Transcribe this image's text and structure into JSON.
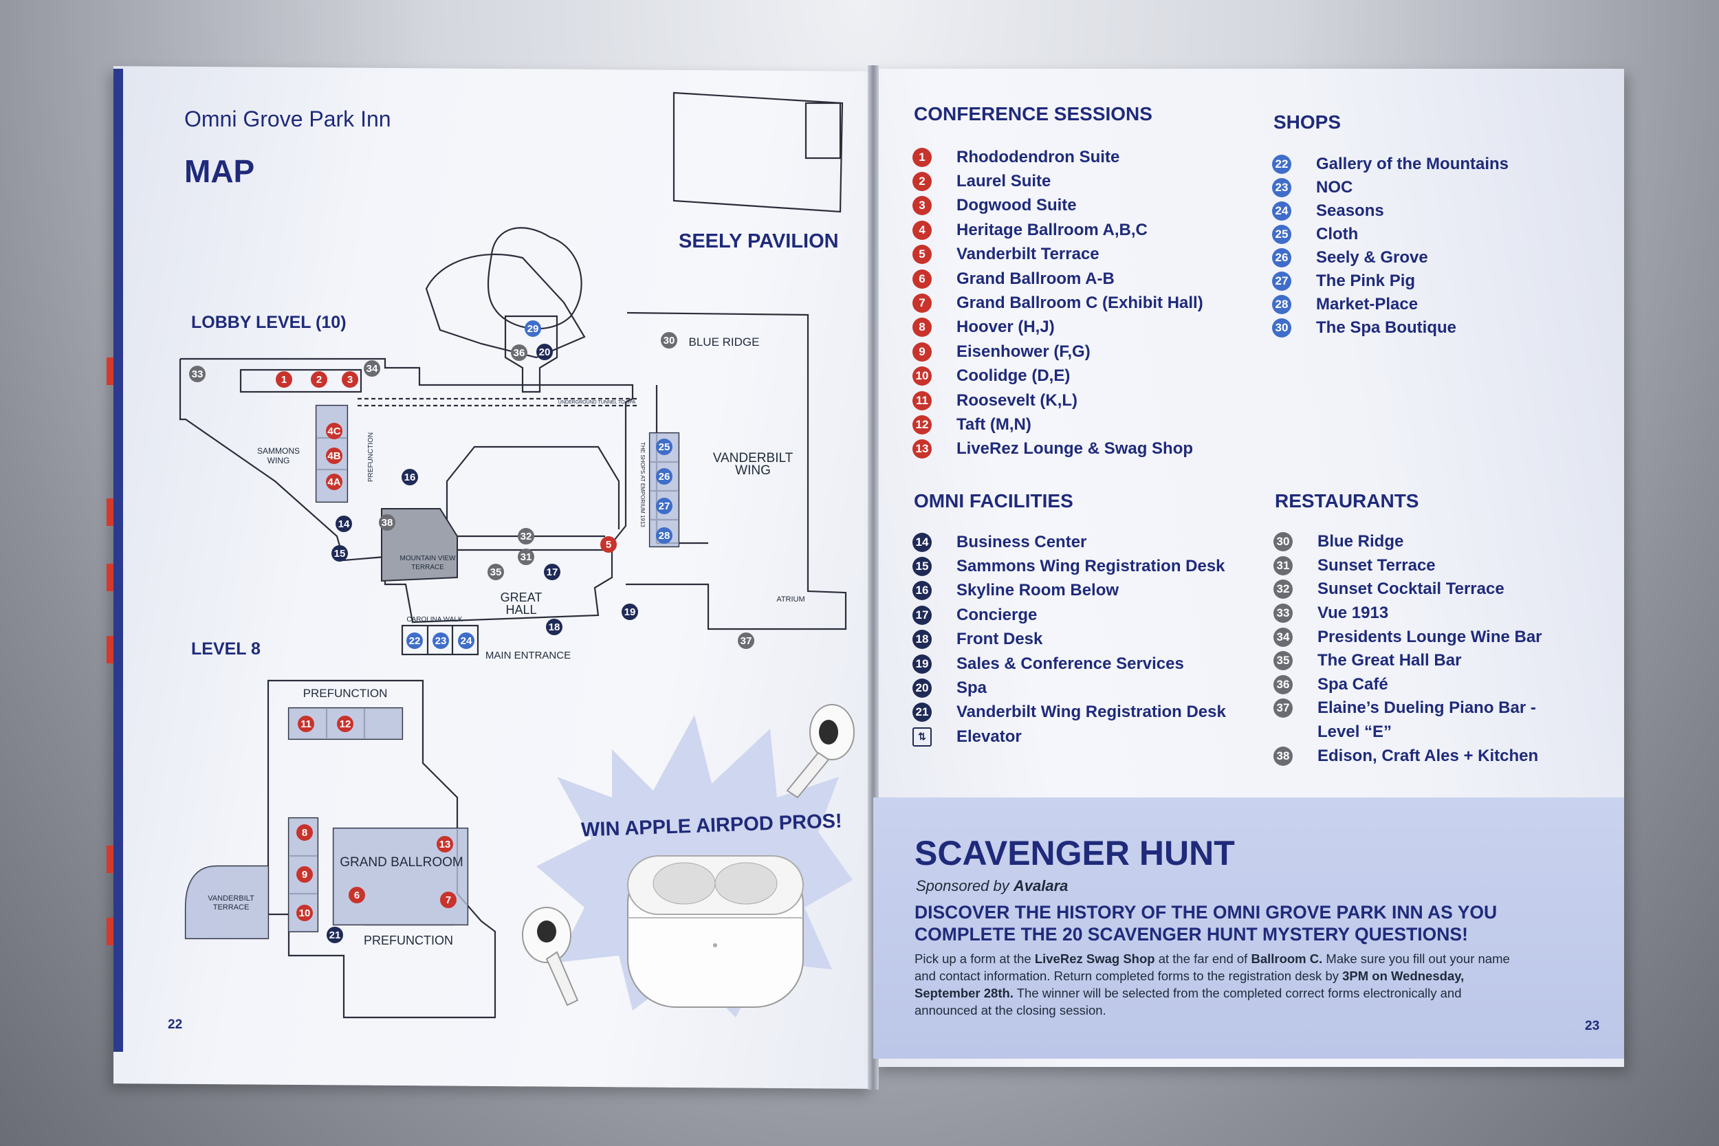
{
  "left_page": {
    "subtitle": "Omni Grove Park Inn",
    "title": "MAP",
    "page_number": "22",
    "lobby_level_label": "LOBBY LEVEL (10)",
    "level8_label": "LEVEL 8",
    "seely_pavilion": "SEELY PAVILION",
    "map_labels": {
      "blue_ridge": "BLUE RIDGE",
      "vanderbilt_wing_1": "VANDERBILT",
      "vanderbilt_wing_2": "WING",
      "sammons_1": "SAMMONS",
      "sammons_2": "WING",
      "great_hall_1": "GREAT",
      "great_hall_2": "HALL",
      "main_entrance": "MAIN ENTRANCE",
      "carolina_walk": "CAROLINA WALK",
      "mountain_view_1": "MOUNTAIN VIEW",
      "mountain_view_2": "TERRACE",
      "atrium": "ATRIUM",
      "prefunction_top": "PREFUNCTION",
      "prefunction_bottom": "PREFUNCTION",
      "grand_ballroom": "GRAND BALLROOM",
      "vanderbilt_terrace_1": "VANDERBILT",
      "vanderbilt_terrace_2": "TERRACE",
      "prefunction_vertical": "PREFUNCTION",
      "shops_vertical": "THE SHOPS AT EMPORIUM 1913",
      "underground_tunnel": "UNDERGROUND TUNNEL TO SPA"
    },
    "promo": "WIN APPLE AIRPOD PROS!"
  },
  "right_page": {
    "page_number": "23",
    "conference_sessions": {
      "heading": "CONFERENCE SESSIONS",
      "items": [
        {
          "num": "1",
          "label": "Rhododendron Suite"
        },
        {
          "num": "2",
          "label": "Laurel Suite"
        },
        {
          "num": "3",
          "label": "Dogwood Suite"
        },
        {
          "num": "4",
          "label": "Heritage Ballroom A,B,C"
        },
        {
          "num": "5",
          "label": "Vanderbilt Terrace"
        },
        {
          "num": "6",
          "label": "Grand Ballroom A-B"
        },
        {
          "num": "7",
          "label": "Grand Ballroom C (Exhibit Hall)"
        },
        {
          "num": "8",
          "label": "Hoover (H,J)"
        },
        {
          "num": "9",
          "label": "Eisenhower (F,G)"
        },
        {
          "num": "10",
          "label": "Coolidge (D,E)"
        },
        {
          "num": "11",
          "label": "Roosevelt (K,L)"
        },
        {
          "num": "12",
          "label": "Taft (M,N)"
        },
        {
          "num": "13",
          "label": "LiveRez Lounge & Swag Shop"
        }
      ]
    },
    "shops": {
      "heading": "SHOPS",
      "items": [
        {
          "num": "22",
          "label": "Gallery of the Mountains"
        },
        {
          "num": "23",
          "label": "NOC"
        },
        {
          "num": "24",
          "label": "Seasons"
        },
        {
          "num": "25",
          "label": "Cloth"
        },
        {
          "num": "26",
          "label": "Seely & Grove"
        },
        {
          "num": "27",
          "label": "The Pink Pig"
        },
        {
          "num": "28",
          "label": "Market-Place"
        },
        {
          "num": "30",
          "label": "The Spa Boutique"
        }
      ]
    },
    "omni_facilities": {
      "heading": "OMNI FACILITIES",
      "items": [
        {
          "num": "14",
          "label": "Business Center"
        },
        {
          "num": "15",
          "label": "Sammons Wing Registration Desk"
        },
        {
          "num": "16",
          "label": "Skyline Room Below"
        },
        {
          "num": "17",
          "label": "Concierge"
        },
        {
          "num": "18",
          "label": "Front Desk"
        },
        {
          "num": "19",
          "label": "Sales & Conference Services"
        },
        {
          "num": "20",
          "label": "Spa"
        },
        {
          "num": "21",
          "label": "Vanderbilt Wing Registration Desk"
        },
        {
          "num": "",
          "label": "Elevator"
        }
      ]
    },
    "restaurants": {
      "heading": "RESTAURANTS",
      "items": [
        {
          "num": "30",
          "label": "Blue Ridge"
        },
        {
          "num": "31",
          "label": "Sunset Terrace"
        },
        {
          "num": "32",
          "label": "Sunset Cocktail Terrace"
        },
        {
          "num": "33",
          "label": "Vue 1913"
        },
        {
          "num": "34",
          "label": "Presidents Lounge Wine Bar"
        },
        {
          "num": "35",
          "label": "The Great Hall Bar"
        },
        {
          "num": "36",
          "label": "Spa Café"
        },
        {
          "num": "37",
          "label": "Elaine’s Dueling Piano Bar -"
        },
        {
          "num": "",
          "label": "Level “E”"
        },
        {
          "num": "38",
          "label": "Edison, Craft Ales + Kitchen"
        }
      ]
    },
    "scavenger": {
      "title": "SCAVENGER HUNT",
      "sponsor_prefix": "Sponsored by ",
      "sponsor": "Avalara",
      "headline_1": "DISCOVER THE HISTORY OF THE OMNI GROVE PARK INN AS YOU",
      "headline_2": "COMPLETE THE 20 SCAVENGER HUNT MYSTERY QUESTIONS!",
      "body_1a": "Pick up a form at the ",
      "body_1b": "LiveRez Swag Shop",
      "body_1c": " at the far end of ",
      "body_1d": "Ballroom C.",
      "body_1e": " Make sure you fill out your name",
      "body_2a": "and contact information. Return completed forms to the registration desk by ",
      "body_2b": "3PM on Wednesday,",
      "body_3a": "September 28th.",
      "body_3b": " The winner will be selected from the completed correct forms electronically and",
      "body_4": "announced at the closing session."
    }
  },
  "colors": {
    "navy": "#1f2a7a",
    "red_badge": "#c8332c",
    "blue_badge": "#3f6dc9",
    "dark_badge": "#1f2a56",
    "gray_badge": "#6b6c72"
  }
}
